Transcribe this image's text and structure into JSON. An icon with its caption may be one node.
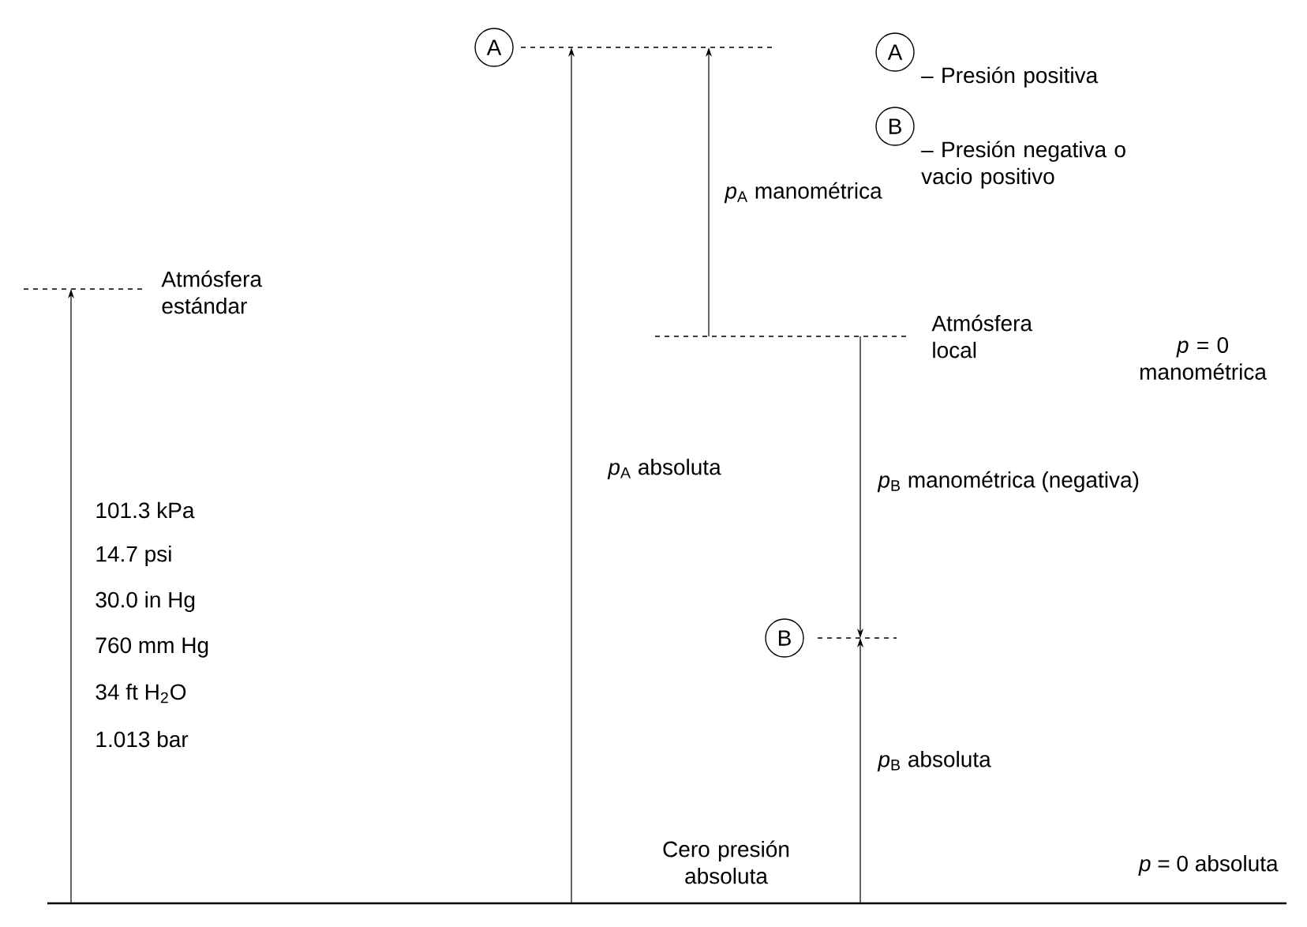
{
  "diagram": {
    "nodes": [
      {
        "text": [
          "A"
        ]
      },
      {
        "text": [
          "A"
        ],
        "beside": [
          "– Presión positiva"
        ]
      },
      {
        "text": [
          "B"
        ],
        "beside": [
          "– Presión negativa o vacio positivo"
        ]
      },
      {
        "text": [
          "B"
        ]
      }
    ],
    "labels": [
      "Atmósfera estándar",
      "101.3 kPa",
      "14.7 psi",
      "30.0 in Hg",
      "760 mm Hg",
      "34 ft H$_{2}$O",
      "1.013 bar",
      "*p*$_{A}$ manométrica",
      "Atmósfera local",
      "*p* = 0 manométrica",
      "*p*$_{A}$ absoluta",
      "*p*$_{B}$ manométrica (negativa)",
      "*p*$_{B}$ absoluta",
      "Cero presión absoluta",
      "*p* = 0 absoluta"
    ]
  }
}
